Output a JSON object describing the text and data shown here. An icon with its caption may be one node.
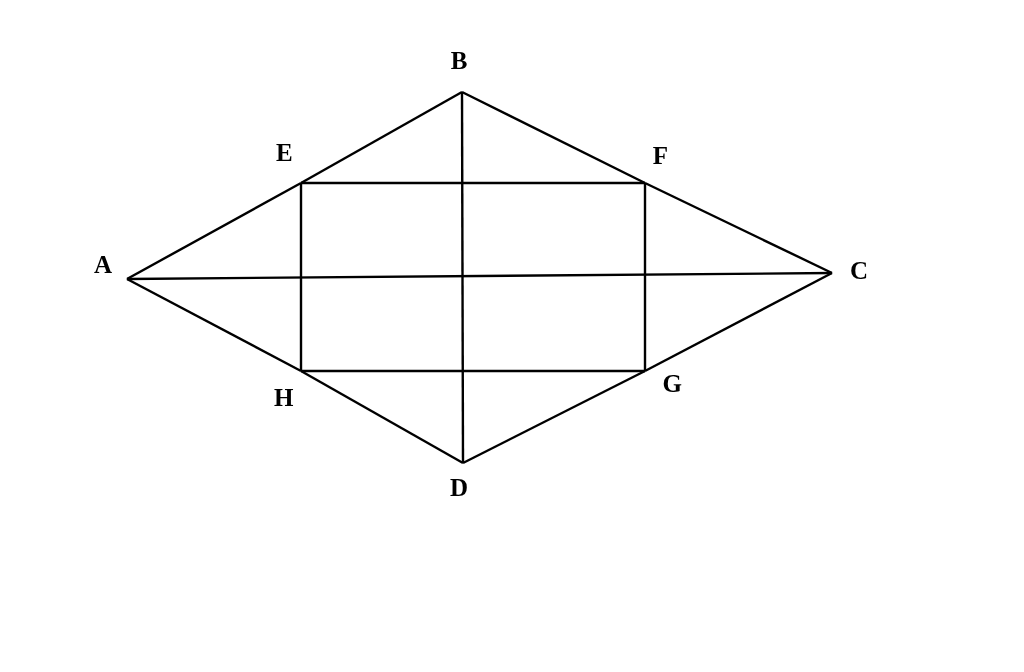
{
  "diagram": {
    "nodes": [
      {
        "text": [
          "A"
        ]
      },
      {
        "text": [
          "B"
        ]
      },
      {
        "text": [
          "C"
        ]
      },
      {
        "text": [
          "D"
        ]
      },
      {
        "text": [
          "E"
        ]
      },
      {
        "text": [
          "F"
        ]
      },
      {
        "text": [
          "G"
        ]
      },
      {
        "text": [
          "H"
        ]
      }
    ],
    "edges": [
      {
        "from": 0,
        "to": 4,
        "arrow": "none"
      },
      {
        "from": 4,
        "to": 1,
        "arrow": "none"
      },
      {
        "from": 1,
        "to": 5,
        "arrow": "none"
      },
      {
        "from": 5,
        "to": 2,
        "arrow": "none"
      },
      {
        "from": 2,
        "to": 6,
        "arrow": "none"
      },
      {
        "from": 6,
        "to": 3,
        "arrow": "none"
      },
      {
        "from": 3,
        "to": 7,
        "arrow": "none"
      },
      {
        "from": 7,
        "to": 0,
        "arrow": "none"
      },
      {
        "from": 4,
        "to": 5,
        "arrow": "none"
      },
      {
        "from": 5,
        "to": 6,
        "arrow": "none"
      },
      {
        "from": 6,
        "to": 7,
        "arrow": "none"
      },
      {
        "from": 7,
        "to": 4,
        "arrow": "none"
      },
      {
        "from": 0,
        "to": 2,
        "arrow": "none"
      },
      {
        "from": 1,
        "to": 3,
        "arrow": "none"
      }
    ]
  }
}
